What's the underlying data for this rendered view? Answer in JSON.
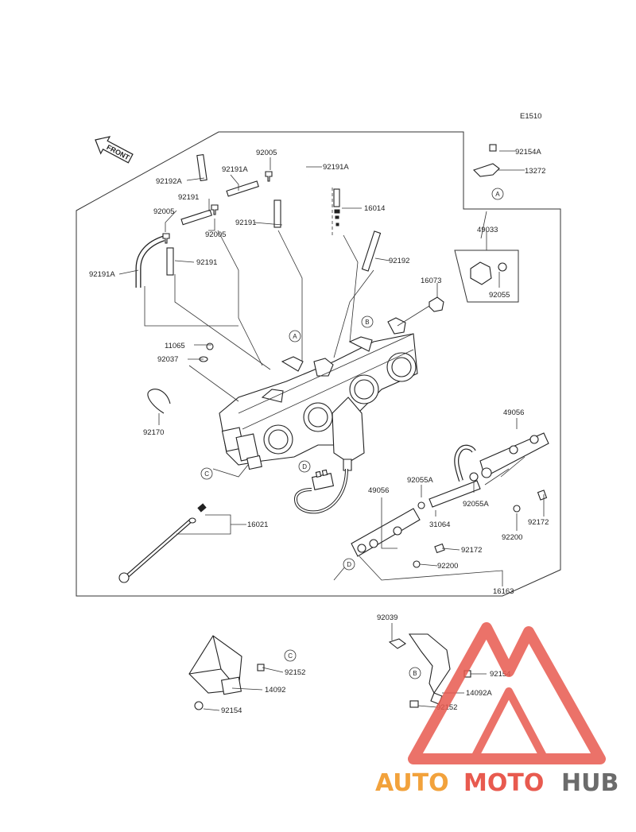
{
  "diagram_code": "E1510",
  "front_label": "FRONT",
  "ref_markers": [
    "A",
    "B",
    "C",
    "D"
  ],
  "watermark": {
    "part1": "AUTO",
    "part2": "MOTO",
    "part3": "HUB",
    "color_orange": "#f2a23c",
    "color_red": "#e85a4f",
    "color_gray": "#6b6b6b"
  },
  "parts": {
    "p92005_top": "92005",
    "p92191A_1": "92191A",
    "p92191A_2": "92191A",
    "p92192A": "92192A",
    "p92191_1": "92191",
    "p92005_l": "92005",
    "p92005_m": "92005",
    "p92191_2": "92191",
    "p16014": "16014",
    "p92191A_left": "92191A",
    "p92191_3": "92191",
    "p92192": "92192",
    "p92154A": "92154A",
    "p13272": "13272",
    "p49033": "49033",
    "p16073": "16073",
    "p92055": "92055",
    "p11065": "11065",
    "p92037": "92037",
    "p92170": "92170",
    "p49056_r": "49056",
    "p92055A_1": "92055A",
    "p49056_l": "49056",
    "p92055A_2": "92055A",
    "p31064": "31064",
    "p16021": "16021",
    "p92172_r": "92172",
    "p92200_r": "92200",
    "p92172_l": "92172",
    "p92200_l": "92200",
    "p16163": "16163",
    "p92039": "92039",
    "p92152_l": "92152",
    "p14092": "14092",
    "p92154_l": "92154",
    "p92154_r": "92154",
    "p14092A": "14092A",
    "p92152_r": "92152"
  }
}
